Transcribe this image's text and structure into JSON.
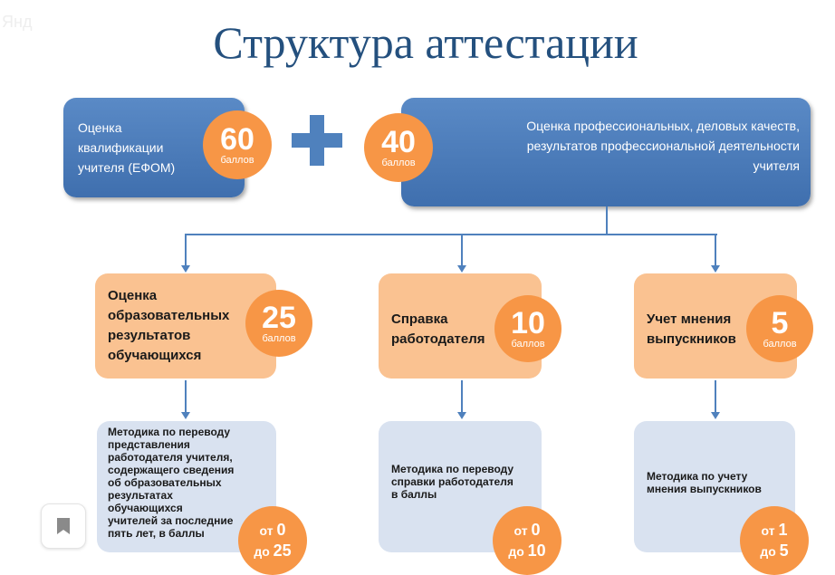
{
  "watermark": "Янд",
  "title": "Структура аттестации",
  "top": {
    "left_box": {
      "text": "Оценка квалификации учителя (ЕФОМ)",
      "points": "60",
      "unit": "баллов"
    },
    "operator": "+",
    "right_box": {
      "text": "Оценка профессиональных, деловых качеств, результатов профессиональной деятельности учителя",
      "points": "40",
      "unit": "баллов"
    }
  },
  "components": [
    {
      "label": "Оценка образовательных результатов обучающихся",
      "points": "25",
      "unit": "баллов",
      "method": "Методика по переводу представления работодателя учителя, содержащего сведения об образовательных результатах обучающихся учителей за последние пять лет, в баллы",
      "from_label": "от",
      "from": "0",
      "to_label": "до",
      "to": "25"
    },
    {
      "label": "Справка работодателя",
      "points": "10",
      "unit": "баллов",
      "method": "Методика  по переводу справки работодателя в баллы",
      "from_label": "от",
      "from": "0",
      "to_label": "до",
      "to": "10"
    },
    {
      "label": "Учет мнения выпускников",
      "points": "5",
      "unit": "баллов",
      "method": "Методика  по учету мнения выпускников",
      "from_label": "от",
      "from": "1",
      "to_label": "до",
      "to": "5"
    }
  ],
  "colors": {
    "blue": "#4f81bd",
    "orange": "#f79646",
    "light_orange": "#fac291",
    "light_blue": "#d9e2f0",
    "title": "#24507e"
  },
  "bookmark_icon": "bookmark-icon"
}
